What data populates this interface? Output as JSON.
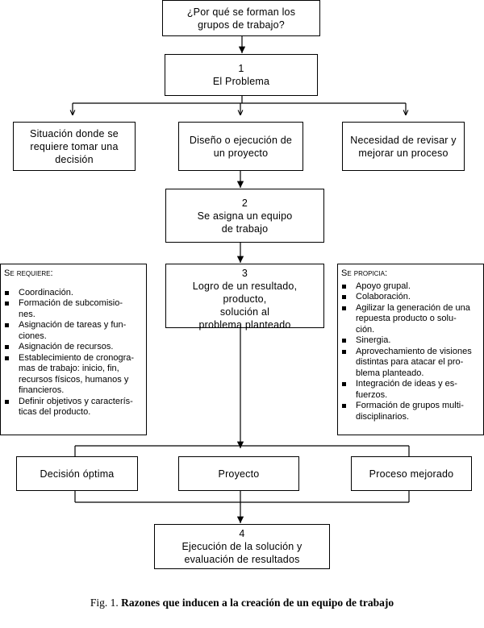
{
  "nodes": {
    "question": [
      "¿Por qué se forman los",
      "grupos de trabajo?"
    ],
    "problem": {
      "number": "1",
      "title": "El Problema"
    },
    "situation": [
      "Situación donde se",
      "requiere tomar una",
      "decisión"
    ],
    "design": [
      "Diseño o ejecución de",
      "un proyecto"
    ],
    "need": [
      "Necesidad de revisar y",
      "mejorar un proceso"
    ],
    "team": {
      "number": "2",
      "lines": [
        "Se asigna un equipo",
        "de trabajo"
      ]
    },
    "achievement": {
      "number": "3",
      "lines": [
        "Logro de un resultado, producto,",
        "solución al",
        "problema planteado"
      ]
    },
    "decision": "Decisión óptima",
    "project": "Proyecto",
    "process": "Proceso mejorado",
    "execution": {
      "number": "4",
      "lines": [
        "Ejecución de la solución y",
        "evaluación de resultados"
      ]
    }
  },
  "requires": {
    "header": "Se requiere:",
    "items": [
      [
        "Coordinación."
      ],
      [
        "Formación de subcomisio-",
        "nes."
      ],
      [
        "Asignación de tareas y fun-",
        "ciones."
      ],
      [
        "Asignación de recursos."
      ],
      [
        "Establecimiento de cronogra-",
        "mas de trabajo: inicio, fin,",
        "recursos físicos, humanos y",
        "financieros."
      ],
      [
        "Definir objetivos y caracterís-",
        "ticas del producto."
      ]
    ]
  },
  "promotes": {
    "header": "Se propicia:",
    "items": [
      [
        "Apoyo grupal."
      ],
      [
        "Colaboración."
      ],
      [
        "Agilizar la generación de una",
        "repuesta producto o solu-",
        "ción."
      ],
      [
        "Sinergia."
      ],
      [
        "Aprovechamiento de visiones",
        "distintas para atacar el pro-",
        "blema planteado."
      ],
      [
        "Integración de ideas y es-",
        "fuerzos."
      ],
      [
        "Formación de grupos multi-",
        "disciplinarios."
      ]
    ]
  },
  "caption": {
    "fig": "Fig. 1.",
    "text": "Razones que inducen a la creación de un equipo de trabajo"
  }
}
